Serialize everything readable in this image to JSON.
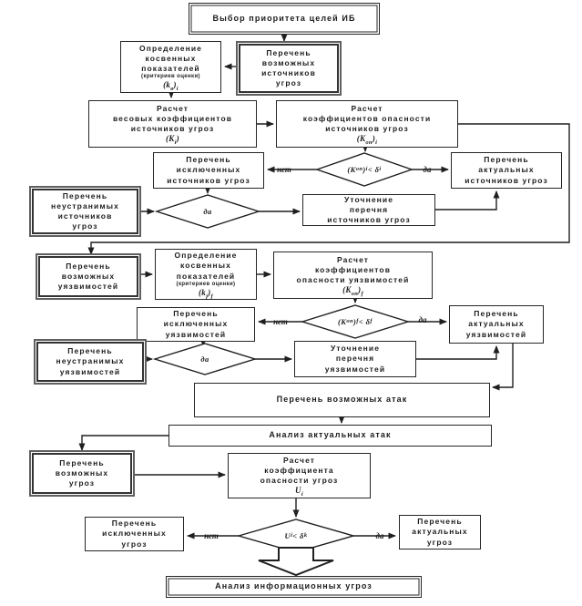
{
  "labels": {
    "yes": "да",
    "no": "нет"
  },
  "nodes": {
    "start": {
      "label": "Выбор приоритета целей ИБ"
    },
    "src_list": {
      "label": "Перечень\nвозможных\nисточников\nугроз"
    },
    "src_indicators": {
      "label": "Определение\nкосвенных\nпоказателей",
      "small": "(критериев оценки)",
      "formula": "(<i>k</i><sub>в</sub>)<sub>i</sub>"
    },
    "src_weight": {
      "label": "Расчет\nвесовых коэффициентов\nисточников угроз",
      "formula": "(<i>K</i><sub>i</sub>)"
    },
    "src_danger": {
      "label": "Расчет\nкоэффициентов опасности\nисточников угроз",
      "formula": "(<i>K</i><sub>оп</sub>)<sub>i</sub>"
    },
    "src_excluded": {
      "label": "Перечень\nисключенных\nисточников угроз"
    },
    "src_actual": {
      "label": "Перечень\nактуальных\nисточников угроз"
    },
    "src_irremovable": {
      "label": "Перечень\nнеустранимых\nисточников\nугроз"
    },
    "src_refine": {
      "label": "Уточнение\nперечня\nисточников угроз"
    },
    "vuln_list": {
      "label": "Перечень\nвозможных\nуязвимостей"
    },
    "vuln_indicators": {
      "label": "Определение\nкосвенных\nпоказателей",
      "small": "(критериев оценки)",
      "formula": "(<i>k</i><sub>j</sub>)<sub>f</sub>"
    },
    "vuln_danger": {
      "label": "Расчет\nкоэффициентов\nопасности уязвимостей",
      "formula": "(<i>K</i><sub>оп</sub>)<sub>f</sub>"
    },
    "vuln_excluded": {
      "label": "Перечень\nисключенных\nуязвимостей"
    },
    "vuln_actual": {
      "label": "Перечень\nактуальных\nуязвимостей"
    },
    "vuln_irremovable": {
      "label": "Перечень\nнеустранимых\nуязвимостей"
    },
    "vuln_refine": {
      "label": "Уточнение\nперечня\nуязвимостей"
    },
    "attacks_list": {
      "label": "Перечень возможных атак"
    },
    "attacks_analysis": {
      "label": "Анализ актуальных атак"
    },
    "threats_list": {
      "label": "Перечень\nвозможных\nугроз"
    },
    "threat_danger": {
      "label": "Расчет\nкоэффициента\nопасности угроз",
      "formula": "U<sub>i</sub>"
    },
    "threats_excluded": {
      "label": "Перечень\nисключенных\nугроз"
    },
    "threats_actual": {
      "label": "Перечень\nактуальных\nугроз"
    },
    "final": {
      "label": "Анализ информационных угроз"
    }
  },
  "decisions": {
    "d1": {
      "condition": "(<i>K</i><sub>оп</sub>)<sub>i</sub> &lt; δ<sub>i</sub>"
    },
    "d2": {
      "condition": "да"
    },
    "d3": {
      "condition": "(<i>K</i><sub>оп</sub>)<sub>f</sub> &lt; δ<sub>f</sub>"
    },
    "d4": {
      "condition": "да"
    },
    "d5": {
      "condition": "U<sub>i</sub> &lt; δ<sub>k</sub>"
    }
  },
  "colors": {
    "line": "#1f1f1f",
    "box_border": "#262626",
    "heavy_border": "#5f5f5f",
    "background": "#ffffff"
  }
}
